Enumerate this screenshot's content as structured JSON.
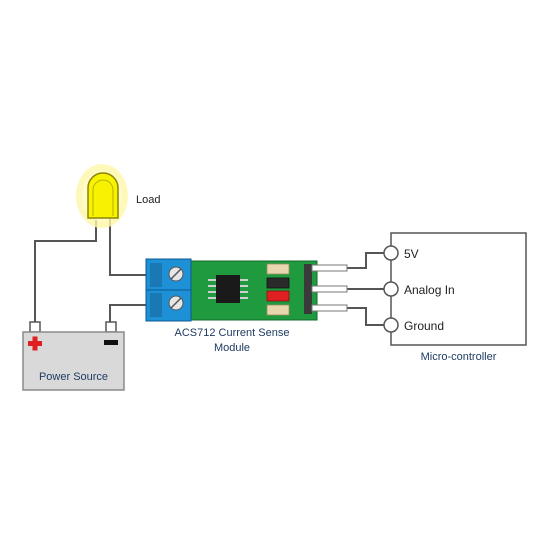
{
  "labels": {
    "load": "Load",
    "power_source": "Power Source",
    "module_line1": "ACS712 Current Sense",
    "module_line2": "Module",
    "microcontroller": "Micro-controller",
    "pin_5v": "5V",
    "pin_analog": "Analog In",
    "pin_ground": "Ground"
  },
  "colors": {
    "wire": "#555555",
    "bulb_glass": "#f7f200",
    "bulb_glow": "#fff7a8",
    "terminal_block": "#1e90d6",
    "pcb": "#1f9a3f",
    "battery_body": "#d9d9d9",
    "battery_plus": "#e02020",
    "battery_minus": "#111111"
  },
  "icons": {
    "battery": "battery-icon",
    "bulb": "light-bulb-icon",
    "plus": "plus-terminal-icon",
    "minus": "minus-terminal-icon"
  }
}
